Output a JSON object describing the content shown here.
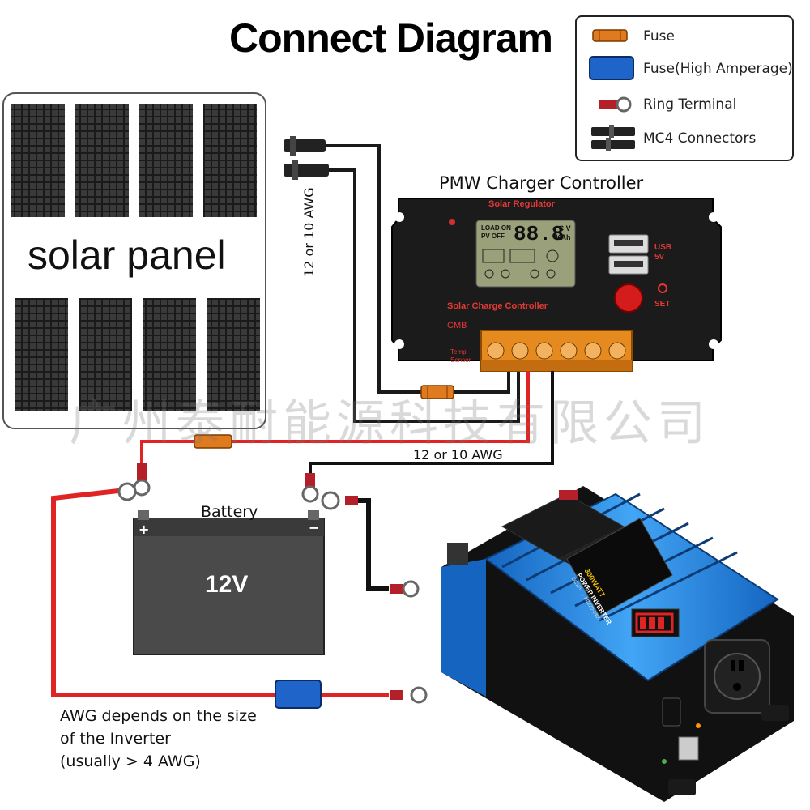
{
  "title": "Connect Diagram",
  "legend": {
    "items": [
      {
        "label": "Fuse",
        "icon": "fuse-icon",
        "color": "#e07a1f"
      },
      {
        "label": "Fuse(High Amperage)",
        "icon": "high-amperage-fuse-icon",
        "color": "#1f64c8"
      },
      {
        "label": "Ring Terminal",
        "icon": "ring-terminal-icon",
        "color": "#b3202a"
      },
      {
        "label": "MC4 Connectors",
        "icon": "mc4-connector-icon",
        "color": "#222222"
      }
    ]
  },
  "solar_panel": {
    "label": "solar panel"
  },
  "controller": {
    "title": "PMW Charger Controller",
    "brand": "Solar Regulator",
    "caption": "Solar Charge Controller",
    "model": "CMB",
    "usb_label": "USB\n5V",
    "set_label": "SET",
    "temp_label": "Temp\nSensor",
    "lcd": {
      "top_left": "LOAD ON\nPV OFF",
      "digits": "88.8",
      "units": "°C V\nKAh"
    }
  },
  "wires": {
    "awg_vertical": "12 or 10 AWG",
    "awg_horizontal": "12 or 10 AWG",
    "positive_color": "#e02424",
    "negative_color": "#111111"
  },
  "battery": {
    "label": "Battery",
    "voltage": "12V",
    "plus": "+",
    "minus": "−"
  },
  "inverter": {
    "wattage": "300WATT",
    "name": "POWER INVERTER",
    "spec": "DC12V → AC220-240V"
  },
  "note": {
    "line1": "AWG depends on the size",
    "line2": "of the Inverter",
    "line3": "(usually  > 4 AWG)"
  },
  "watermark": "广州泰耐能源科技有限公司"
}
